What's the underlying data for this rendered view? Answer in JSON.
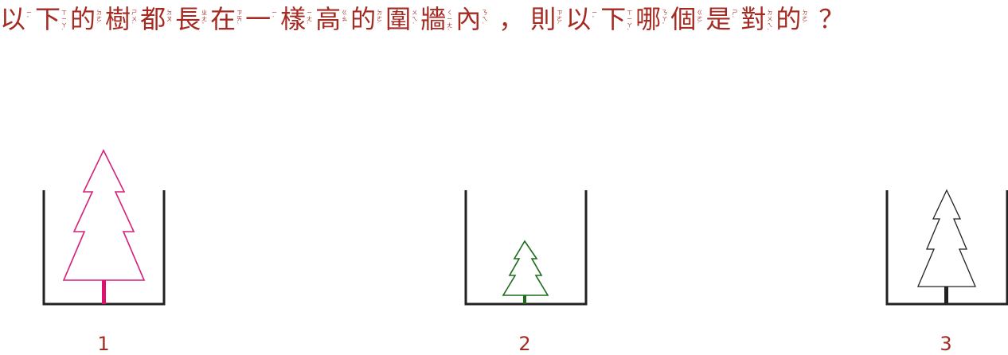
{
  "question": {
    "chars": [
      {
        "han": "以",
        "zy": "ㄧˇ"
      },
      {
        "han": "下",
        "zy": "ㄒㄧㄚˋ"
      },
      {
        "han": "的",
        "zy": "ㄉㄜ˙"
      },
      {
        "han": "樹",
        "zy": "ㄕㄨˋ"
      },
      {
        "han": "都",
        "zy": "ㄉㄡ"
      },
      {
        "han": "長",
        "zy": "ㄓㄤˇ"
      },
      {
        "han": "在",
        "zy": "ㄗㄞˋ"
      },
      {
        "han": "一",
        "zy": "ㄧˊ"
      },
      {
        "han": "樣",
        "zy": "ㄧㄤˋ"
      },
      {
        "han": "高",
        "zy": "ㄍㄠ"
      },
      {
        "han": "的",
        "zy": "ㄉㄜ˙"
      },
      {
        "han": "圍",
        "zy": "ㄨㄟˊ"
      },
      {
        "han": "牆",
        "zy": "ㄑㄧㄤˊ"
      },
      {
        "han": "內",
        "zy": "ㄋㄟˋ"
      }
    ],
    "comma": "，",
    "chars2": [
      {
        "han": "則",
        "zy": "ㄗㄜˊ"
      },
      {
        "han": "以",
        "zy": "ㄧˇ"
      },
      {
        "han": "下",
        "zy": "ㄒㄧㄚˋ"
      },
      {
        "han": "哪",
        "zy": "ㄋㄚˇ"
      },
      {
        "han": "個",
        "zy": "ㄍㄜ˙"
      },
      {
        "han": "是",
        "zy": "ㄕˋ"
      },
      {
        "han": "對",
        "zy": "ㄉㄨㄟˋ"
      },
      {
        "han": "的",
        "zy": "ㄉㄜ˙"
      }
    ],
    "question_mark": "？"
  },
  "options": [
    {
      "label": "1",
      "tree_color": "#d6217a",
      "trunk_color": "#e0106e"
    },
    {
      "label": "2",
      "tree_color": "#1e6b1a",
      "trunk_color": "#1e6b1a"
    },
    {
      "label": "3",
      "tree_color": "#222222",
      "trunk_color": "#222222"
    }
  ]
}
